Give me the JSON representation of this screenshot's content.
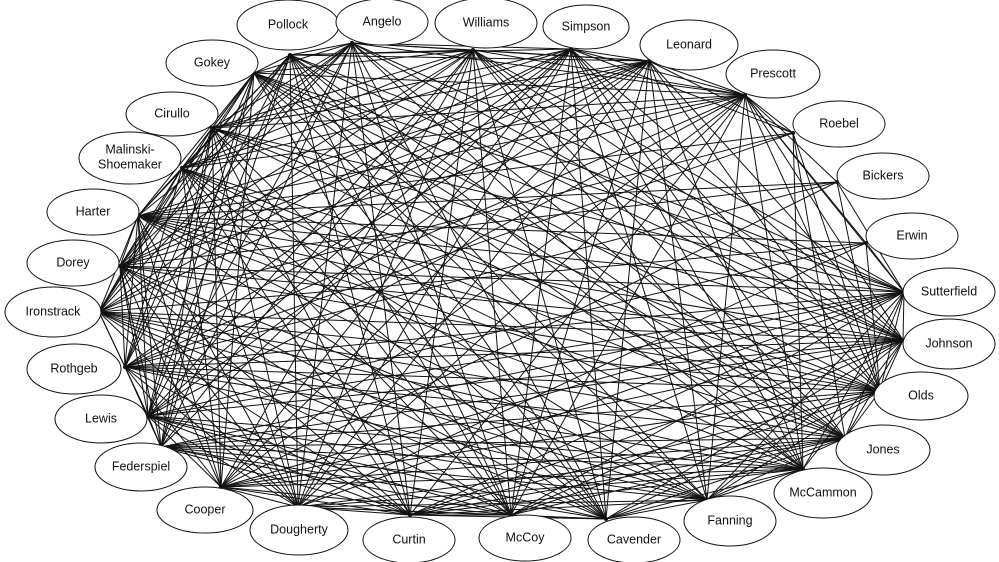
{
  "diagram": {
    "type": "network",
    "nodes": [
      {
        "id": "pollock",
        "label": "Pollock"
      },
      {
        "id": "angelo",
        "label": "Angelo"
      },
      {
        "id": "williams",
        "label": "Williams"
      },
      {
        "id": "simpson",
        "label": "Simpson"
      },
      {
        "id": "leonard",
        "label": "Leonard"
      },
      {
        "id": "prescott",
        "label": "Prescott"
      },
      {
        "id": "roebel",
        "label": "Roebel"
      },
      {
        "id": "bickers",
        "label": "Bickers"
      },
      {
        "id": "erwin",
        "label": "Erwin"
      },
      {
        "id": "sutterfield",
        "label": "Sutterfield"
      },
      {
        "id": "johnson",
        "label": "Johnson"
      },
      {
        "id": "olds",
        "label": "Olds"
      },
      {
        "id": "jones",
        "label": "Jones"
      },
      {
        "id": "mccammon",
        "label": "McCammon"
      },
      {
        "id": "fanning",
        "label": "Fanning"
      },
      {
        "id": "cavender",
        "label": "Cavender"
      },
      {
        "id": "mccoy",
        "label": "McCoy"
      },
      {
        "id": "curtin",
        "label": "Curtin"
      },
      {
        "id": "dougherty",
        "label": "Dougherty"
      },
      {
        "id": "cooper",
        "label": "Cooper"
      },
      {
        "id": "federspiel",
        "label": "Federspiel"
      },
      {
        "id": "lewis",
        "label": "Lewis"
      },
      {
        "id": "rothgeb",
        "label": "Rothgeb"
      },
      {
        "id": "ironstrack",
        "label": "Ironstrack"
      },
      {
        "id": "dorey",
        "label": "Dorey"
      },
      {
        "id": "harter",
        "label": "Harter"
      },
      {
        "id": "malinski",
        "label": [
          "Malinski-",
          "Shoemaker"
        ]
      },
      {
        "id": "cirullo",
        "label": "Cirullo"
      },
      {
        "id": "gokey",
        "label": "Gokey"
      }
    ],
    "sparse_nodes": [
      "roebel",
      "bickers",
      "erwin"
    ],
    "sparse_edges": [
      [
        "roebel",
        "prescott"
      ],
      [
        "roebel",
        "leonard"
      ],
      [
        "roebel",
        "simpson"
      ],
      [
        "roebel",
        "olds"
      ],
      [
        "roebel",
        "jones"
      ],
      [
        "roebel",
        "mccammon"
      ],
      [
        "roebel",
        "harter"
      ],
      [
        "roebel",
        "ironstrack"
      ],
      [
        "roebel",
        "rothgeb"
      ],
      [
        "bickers",
        "sutterfield"
      ],
      [
        "bickers",
        "prescott"
      ],
      [
        "bickers",
        "harter"
      ],
      [
        "bickers",
        "cooper"
      ],
      [
        "bickers",
        "rothgeb"
      ],
      [
        "bickers",
        "olds"
      ],
      [
        "bickers",
        "dorey"
      ],
      [
        "erwin",
        "sutterfield"
      ],
      [
        "erwin",
        "prescott"
      ],
      [
        "erwin",
        "olds"
      ],
      [
        "erwin",
        "ironstrack"
      ],
      [
        "erwin",
        "lewis"
      ],
      [
        "erwin",
        "dougherty"
      ],
      [
        "erwin",
        "harter"
      ]
    ]
  }
}
